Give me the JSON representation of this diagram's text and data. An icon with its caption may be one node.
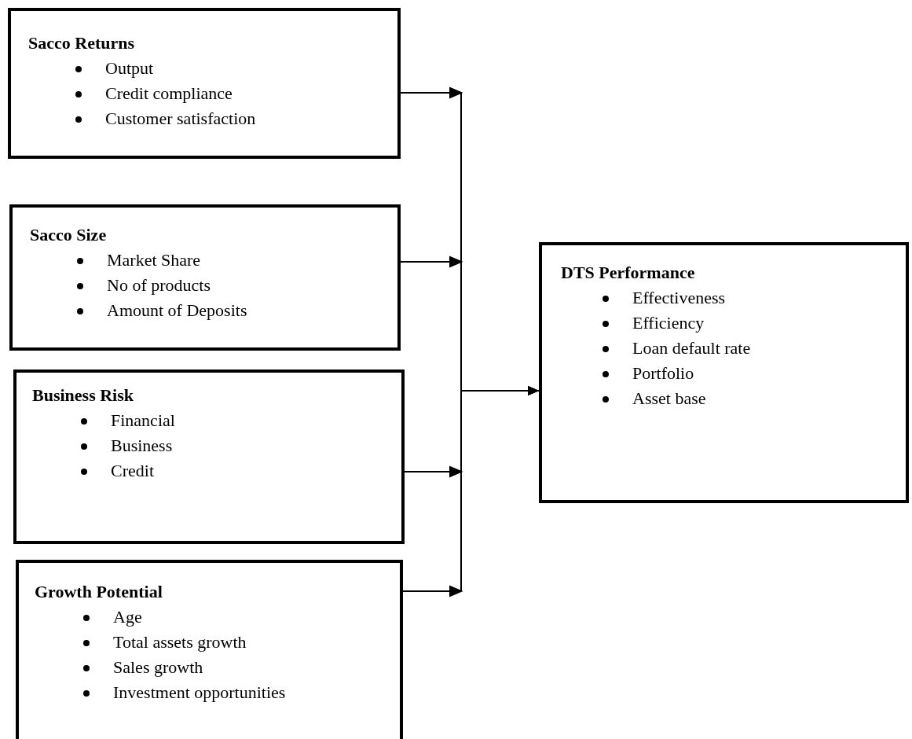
{
  "diagram": {
    "nodes": [
      {
        "text": [
          "Sacco Returns",
          "Output",
          "Credit compliance",
          "Customer satisfaction"
        ]
      },
      {
        "text": [
          "Sacco Size",
          "Market Share",
          "No of products",
          "Amount of Deposits"
        ]
      },
      {
        "text": [
          "Business Risk",
          "Financial",
          "Business",
          "Credit"
        ]
      },
      {
        "text": [
          "Growth Potential",
          "Age",
          "Total assets growth",
          "Sales growth",
          "Investment opportunities"
        ]
      },
      {
        "text": [
          "DTS Performance",
          "Effectiveness",
          "Efficiency",
          "Loan default rate",
          "Portfolio",
          "Asset base"
        ]
      }
    ],
    "edges": [
      {
        "from": 0,
        "to": 4,
        "arrow": "to"
      },
      {
        "from": 1,
        "to": 4,
        "arrow": "to"
      },
      {
        "from": 2,
        "to": 4,
        "arrow": "to"
      },
      {
        "from": 3,
        "to": 4,
        "arrow": "to"
      }
    ]
  }
}
